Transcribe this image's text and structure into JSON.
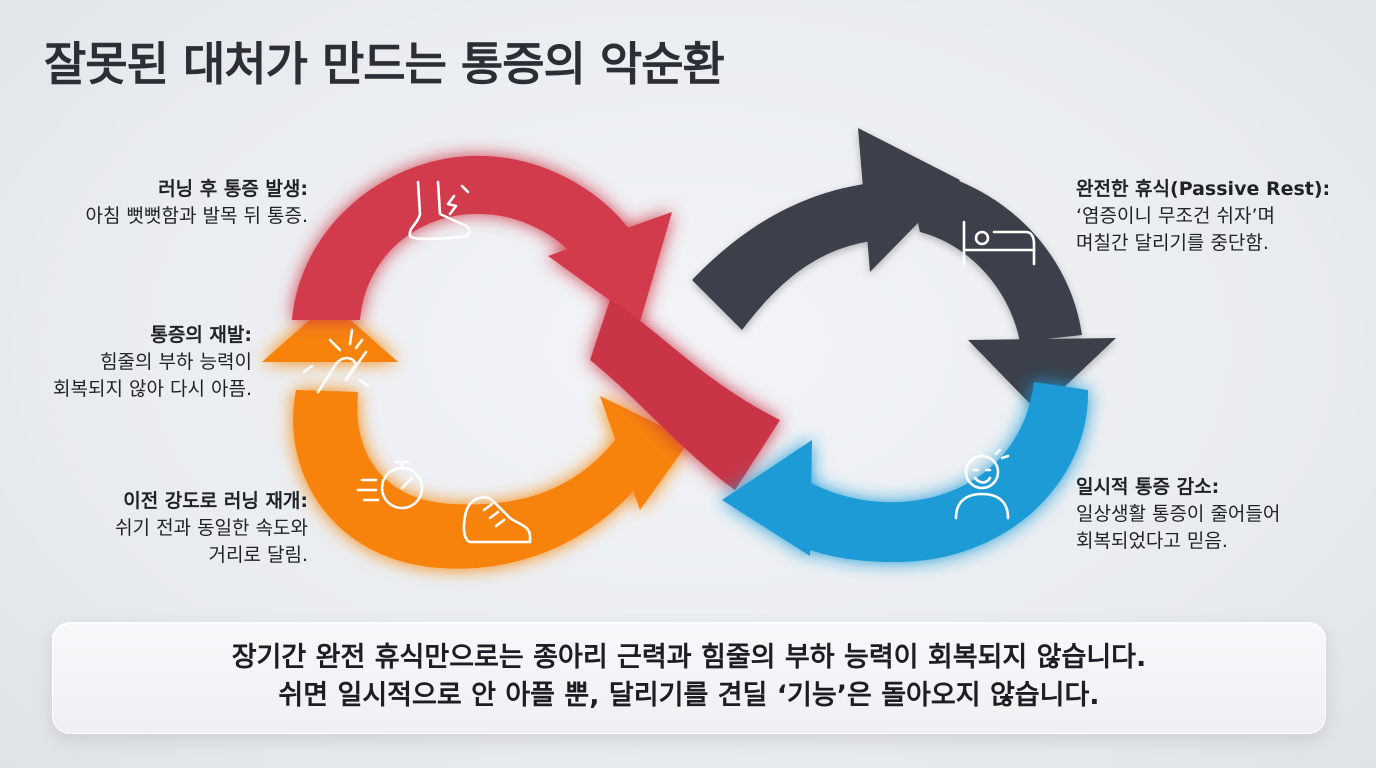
{
  "title": "잘못된 대처가 만드는 통증의 악순환",
  "colors": {
    "red": "#d13a4c",
    "dark": "#3a414b",
    "blue": "#1e9bd7",
    "orange": "#f7830e"
  },
  "stages": {
    "pain_onset": {
      "heading": "러닝 후 통증 발생:",
      "text": "아침 뻣뻣함과 발목 뒤 통증.",
      "icon": "sore-foot-icon"
    },
    "passive_rest": {
      "heading": "완전한 휴식(Passive Rest):",
      "text_line1": "‘염증이니 무조건 쉬자’며",
      "text_line2": "며칠간 달리기를 중단함.",
      "icon": "bed-icon"
    },
    "temporary_relief": {
      "heading": "일시적 통증 감소:",
      "text_line1": "일상생활 통증이 줄어들어",
      "text_line2": "회복되었다고 믿음.",
      "icon": "relieved-face-icon"
    },
    "resume_running": {
      "heading": "이전 강도로 러닝 재개:",
      "text_line1": "쉬기 전과 동일한 속도와",
      "text_line2": "거리로 달림.",
      "icons": [
        "stopwatch-icon",
        "running-shoe-icon"
      ]
    },
    "pain_recurrence": {
      "heading": "통증의 재발:",
      "text_line1": "힘줄의 부하 능력이",
      "text_line2": "회복되지 않아 다시 아픔.",
      "icon": "injured-joint-icon"
    }
  },
  "conclusion": {
    "line1": "장기간 완전 휴식만으로는 종아리 근력과 힘줄의 부하 능력이 회복되지 않습니다.",
    "line2": "쉬면 일시적으로 안 아플 뿐, 달리기를 견딜 ‘기능’은 돌아오지 않습니다."
  }
}
